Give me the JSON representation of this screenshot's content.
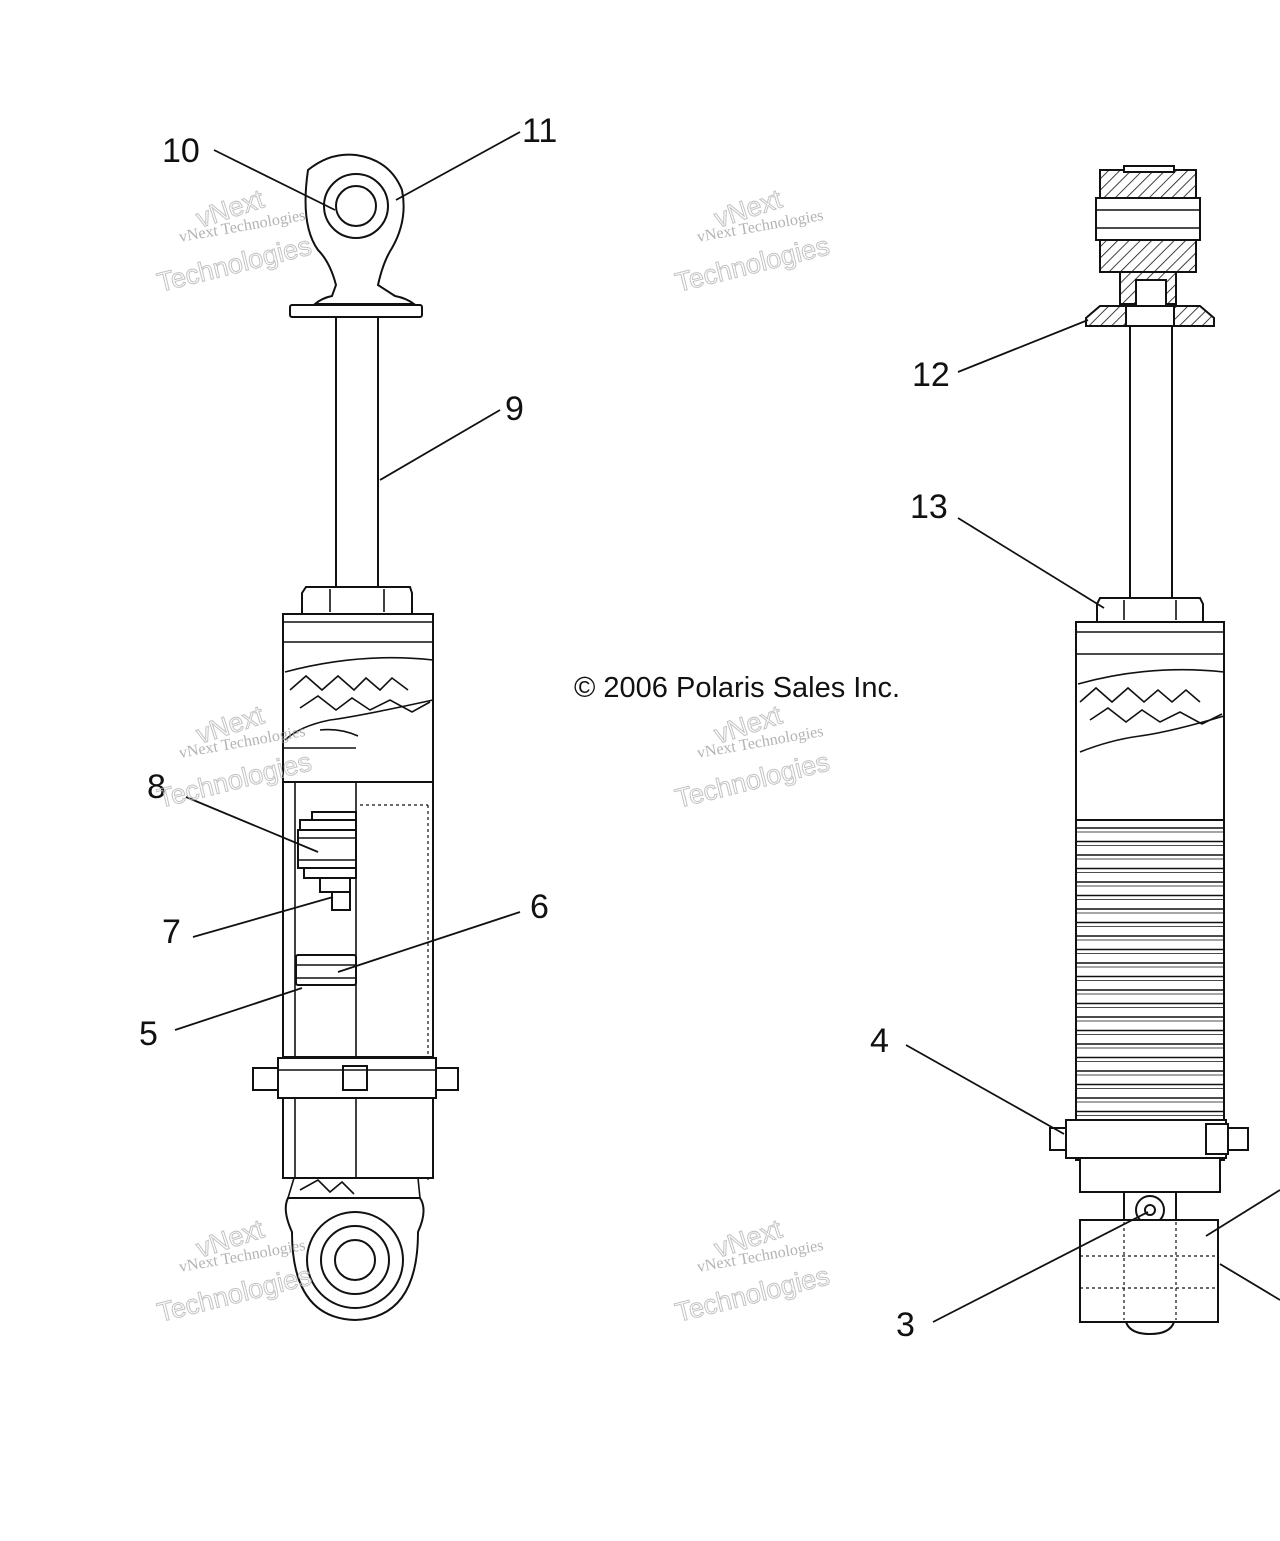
{
  "diagram": {
    "copyright": "© 2006 Polaris Sales Inc.",
    "watermark": {
      "line1": "vNext Technologies",
      "line2": "vNext",
      "line3": "Technologies"
    },
    "callouts": {
      "c3": "3",
      "c4": "4",
      "c5": "5",
      "c6": "6",
      "c7": "7",
      "c8": "8",
      "c9": "9",
      "c10": "10",
      "c11": "11",
      "c12": "12",
      "c13": "13"
    }
  }
}
